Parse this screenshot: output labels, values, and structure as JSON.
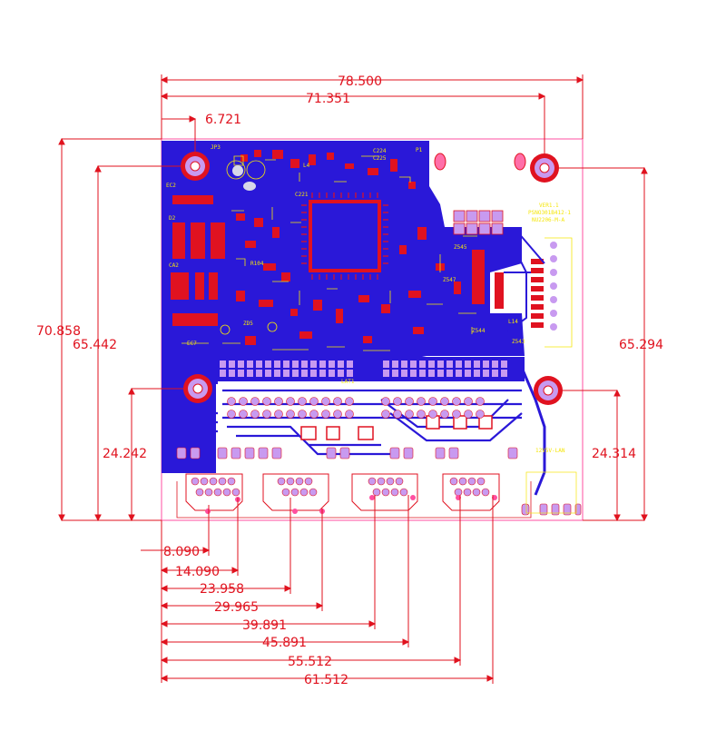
{
  "colors": {
    "dimension": "#e0121e",
    "board_outline": "#ff4fa0",
    "copper_top": "#2a18d8",
    "copper_red": "#e01220",
    "silkscreen": "#f5e60a",
    "pad_violet": "#c89af0"
  },
  "dimensions": {
    "top_overall": "78.500",
    "top_hole_span": "71.351",
    "left_hole_offset": "6.721",
    "left_overall_height": "70.858",
    "left_hole_height": "65.442",
    "right_hole_height": "65.294",
    "left_lower_hole": "24.242",
    "right_lower_hole": "24.314",
    "bottom": [
      "8.090",
      "14.090",
      "23.958",
      "29.965",
      "39.891",
      "45.891",
      "55.512",
      "61.512"
    ]
  },
  "silkscreen_labels": {
    "ec2": "EC2",
    "jp3": "JP3",
    "l4": "L4",
    "c224": "C224",
    "c225": "C225",
    "p1": "P1",
    "c221": "C221",
    "d2": "D2",
    "ca2": "CA2",
    "ec7": "EC7",
    "r104": "R104",
    "zd5": "ZD5",
    "z545": "Z545",
    "z547": "Z547",
    "z544": "Z544",
    "z543": "Z543",
    "ver": "VER1.1",
    "part1": "PSNO301B412-1",
    "part2": "NU2206-M-A",
    "l14": "L14",
    "lat1": "LAT1",
    "power": "12V5V-LAN"
  }
}
